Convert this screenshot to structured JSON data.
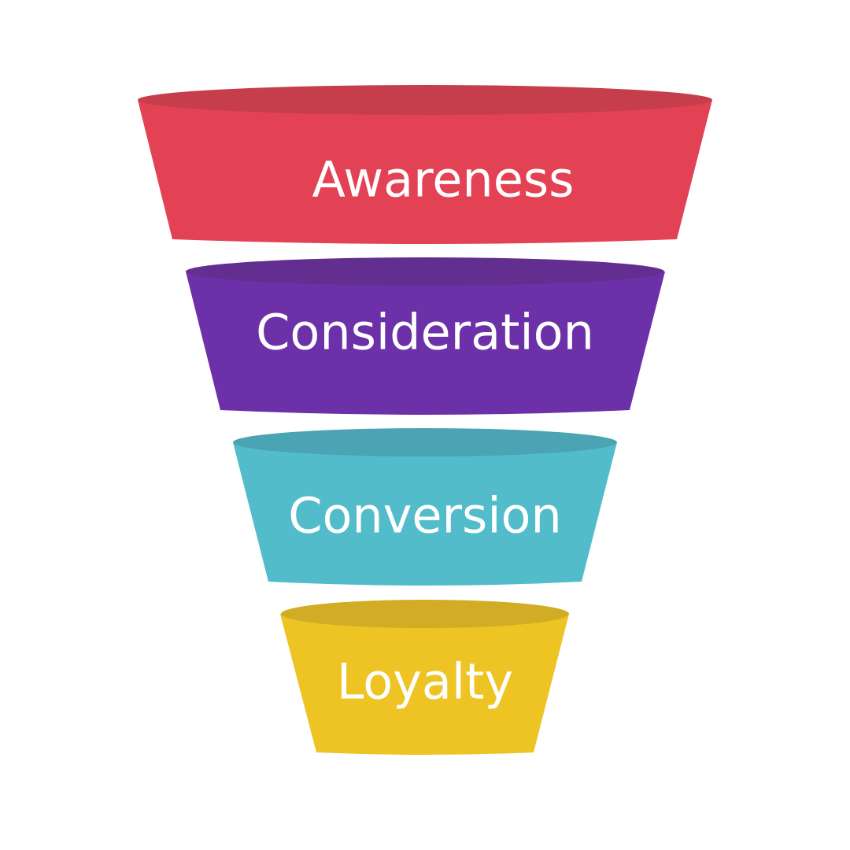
{
  "stages": [
    {
      "label": "Awareness",
      "color": "#E34255",
      "rim_color": "#C63E4C"
    },
    {
      "label": "Consideration",
      "color": "#6C31A8",
      "rim_color": "#622F91"
    },
    {
      "label": "Conversion",
      "color": "#52BCCB",
      "rim_color": "#4AA4B3"
    },
    {
      "label": "Loyalty",
      "color": "#EDC424",
      "rim_color": "#D1AC24"
    }
  ]
}
